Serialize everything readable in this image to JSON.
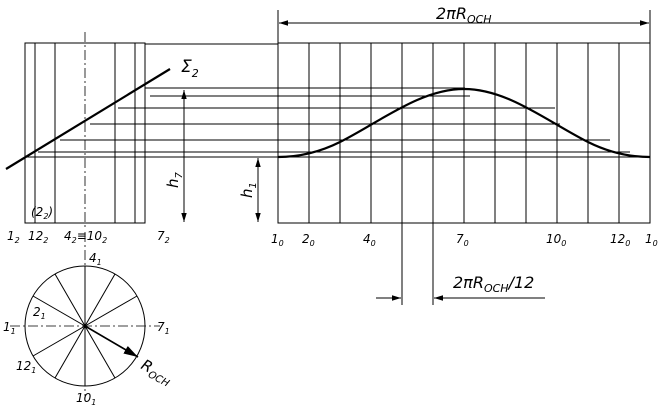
{
  "labels": {
    "sigma": "Σ",
    "sigma_sub": "2",
    "circumference": "2πR",
    "circumference_sub": "OCH",
    "step": "2πR",
    "step_sub": "OCH",
    "step_tail": "/12",
    "radius": "R",
    "radius_sub": "OCH",
    "h7": "h",
    "h7_sub": "7",
    "h1": "h",
    "h1_sub": "1",
    "front_1": "1",
    "front_1_sub": "2",
    "front_12": "12",
    "front_12_sub": "2",
    "front_2": "(2",
    "front_2_sub": "2",
    "front_2_tail": ")",
    "front_4_10": "4",
    "front_4_sub": "2",
    "front_eq": "≡10",
    "front_10_sub": "2",
    "front_7": "7",
    "front_7_sub": "2",
    "top_1": "1",
    "top_1_sub": "1",
    "top_2": "2",
    "top_2_sub": "1",
    "top_4": "4",
    "top_4_sub": "1",
    "top_7": "7",
    "top_7_sub": "1",
    "top_10": "10",
    "top_10_sub": "1",
    "top_12": "12",
    "top_12_sub": "1",
    "dev_1a": "1",
    "dev_1a_sub": "0",
    "dev_2": "2",
    "dev_2_sub": "0",
    "dev_4": "4",
    "dev_4_sub": "0",
    "dev_7": "7",
    "dev_7_sub": "0",
    "dev_10": "10",
    "dev_10_sub": "0",
    "dev_12": "12",
    "dev_12_sub": "0",
    "dev_1b": "1",
    "dev_1b_sub": "0"
  }
}
